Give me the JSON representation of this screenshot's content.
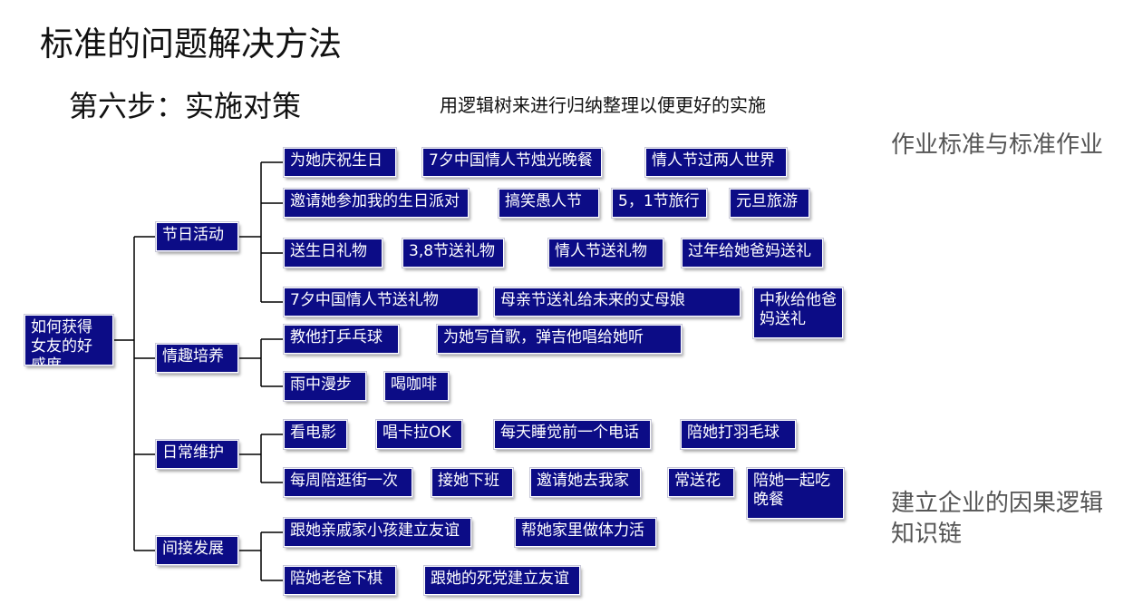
{
  "title": "标准的问题解决方法",
  "step": "第六步：实施对策",
  "subtitle": "用逻辑树来进行归纳整理以便更好的实施",
  "side_note_top": "作业标准与标准作业",
  "side_note_bottom": "建立企业的因果逻辑知识链",
  "colors": {
    "box_fill": "#0c0c86",
    "box_text": "#ffffff",
    "line": "#000000",
    "side_text": "#555555"
  },
  "tree": {
    "root": "如何获得女友的好感度",
    "branches": [
      {
        "label": "节日活动",
        "rows": [
          [
            "为她庆祝生日",
            "7夕中国情人节烛光晚餐",
            "情人节过两人世界"
          ],
          [
            "邀请她参加我的生日派对",
            "搞笑愚人节",
            "5，1节旅行",
            "元旦旅游"
          ],
          [
            "送生日礼物",
            "3,8节送礼物",
            "情人节送礼物",
            "过年给她爸妈送礼"
          ],
          [
            "7夕中国情人节送礼物",
            "母亲节送礼给未来的丈母娘",
            "中秋给他爸妈送礼"
          ]
        ]
      },
      {
        "label": "情趣培养",
        "rows": [
          [
            "教他打乒乓球",
            "为她写首歌，弹吉他唱给她听"
          ],
          [
            "雨中漫步",
            "喝咖啡"
          ]
        ]
      },
      {
        "label": "日常维护",
        "rows": [
          [
            "看电影",
            "唱卡拉OK",
            "每天睡觉前一个电话",
            "陪她打羽毛球"
          ],
          [
            "每周陪逛街一次",
            "接她下班",
            "邀请她去我家",
            "常送花",
            "陪她一起吃晚餐"
          ]
        ]
      },
      {
        "label": "间接发展",
        "rows": [
          [
            "跟她亲戚家小孩建立友谊",
            "帮她家里做体力活"
          ],
          [
            "陪她老爸下棋",
            "跟她的死党建立友谊"
          ]
        ]
      }
    ]
  }
}
